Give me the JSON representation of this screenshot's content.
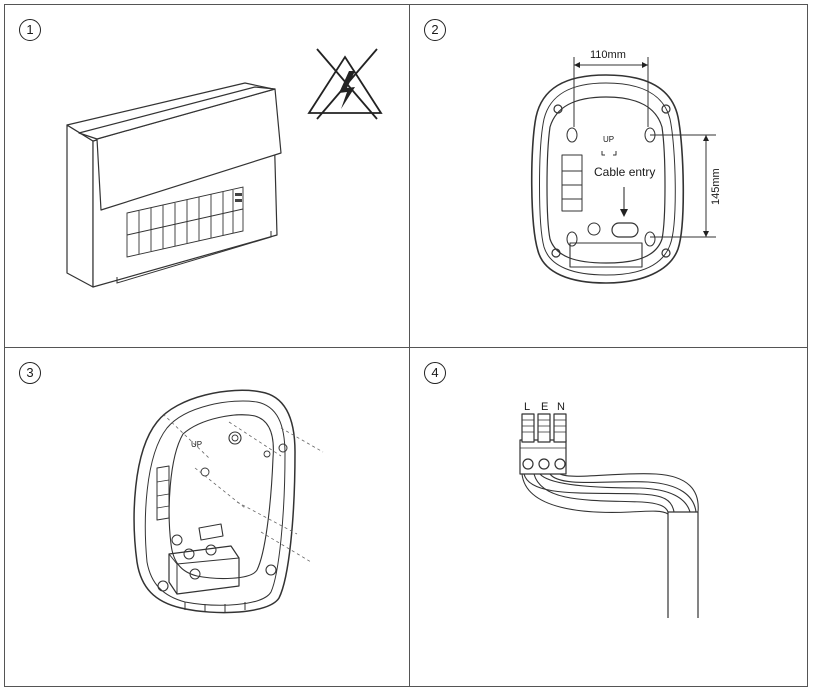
{
  "steps": [
    "1",
    "2",
    "3",
    "4"
  ],
  "panel2": {
    "width_label": "110mm",
    "height_label": "145mm",
    "cable_entry_label": "Cable entry",
    "up_label": "UP"
  },
  "panel3": {
    "up_label": "UP"
  },
  "panel4": {
    "terminals": [
      "L",
      "E",
      "N"
    ]
  },
  "icons": {
    "panel1": [
      "consumer-unit-illustration",
      "no-live-work-warning-icon"
    ],
    "panel2": [
      "back-plate-front-view"
    ],
    "panel3": [
      "back-plate-perspective-view"
    ],
    "panel4": [
      "terminal-block-with-cable"
    ]
  }
}
